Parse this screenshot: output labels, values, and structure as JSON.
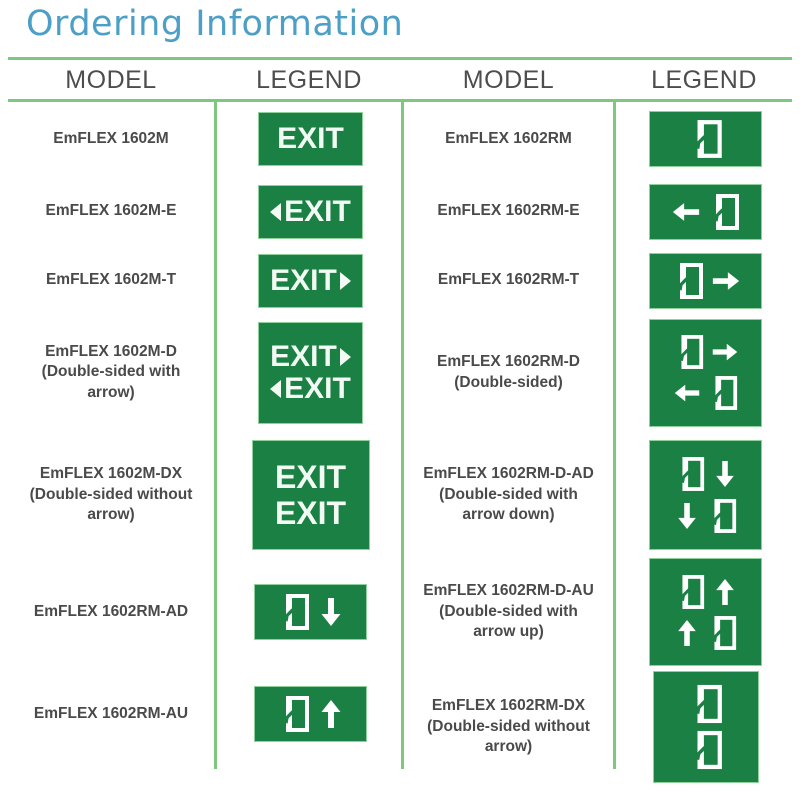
{
  "page": {
    "title": "Ordering Information",
    "title_color": "#4c9fc6",
    "rule_color": "#7ec87e",
    "sign_green": "#1a8043",
    "sign_border": "#8fd19a",
    "text_color": "#4a4a4a"
  },
  "headers": {
    "col1": "MODEL",
    "col2": "LEGEND",
    "col3": "MODEL",
    "col4": "LEGEND"
  },
  "left_column": [
    {
      "model": "EmFLEX 1602M",
      "legend_type": "exit-sign",
      "legend_description": "EXIT"
    },
    {
      "model": "EmFLEX 1602M-E",
      "legend_type": "exit-sign",
      "legend_description": "left arrow EXIT"
    },
    {
      "model": "EmFLEX 1602M-T",
      "legend_type": "exit-sign",
      "legend_description": "EXIT right arrow"
    },
    {
      "model": "EmFLEX 1602M-D (Double-sided with arrow)",
      "legend_type": "exit-sign-double",
      "legend_description": "EXIT right arrow over left arrow EXIT"
    },
    {
      "model": "EmFLEX 1602M-DX (Double-sided without arrow)",
      "legend_type": "exit-sign-double",
      "legend_description": "EXIT over EXIT"
    },
    {
      "model": "EmFLEX 1602RM-AD",
      "legend_type": "pictogram",
      "legend_description": "running man with down arrow"
    },
    {
      "model": "EmFLEX 1602RM-AU",
      "legend_type": "pictogram",
      "legend_description": "running man with up arrow"
    }
  ],
  "right_column": [
    {
      "model": "EmFLEX 1602RM",
      "legend_type": "pictogram",
      "legend_description": "running man"
    },
    {
      "model": "EmFLEX 1602RM-E",
      "legend_type": "pictogram",
      "legend_description": "left arrow with running man"
    },
    {
      "model": "EmFLEX 1602RM-T",
      "legend_type": "pictogram",
      "legend_description": "running man with right arrow"
    },
    {
      "model": "EmFLEX 1602RM-D (Double-sided)",
      "legend_type": "pictogram-double",
      "legend_description": "running man right arrow over left arrow running man"
    },
    {
      "model": "EmFLEX 1602RM-D-AD (Double-sided with arrow down)",
      "legend_type": "pictogram-double",
      "legend_description": "running man down arrow over down arrow running man"
    },
    {
      "model": "EmFLEX 1602RM-D-AU (Double-sided with arrow up)",
      "legend_type": "pictogram-double",
      "legend_description": "running man up arrow over up arrow running man"
    },
    {
      "model": "EmFLEX 1602RM-DX (Double-sided without arrow)",
      "legend_type": "pictogram-double",
      "legend_description": "running man over running man"
    }
  ]
}
